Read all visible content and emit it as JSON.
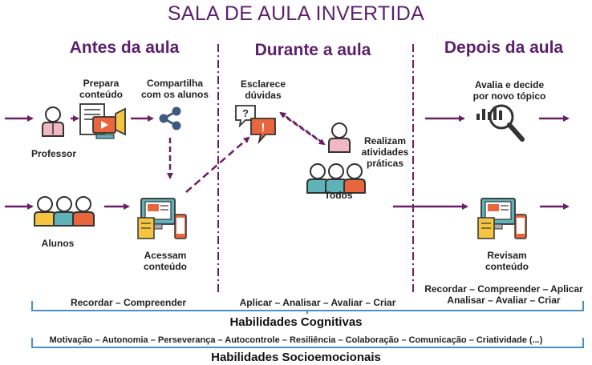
{
  "title": "SALA DE AULA INVERTIDA",
  "phases": {
    "before": "Antes da aula",
    "during": "Durante a aula",
    "after": "Depois da aula"
  },
  "labels": {
    "prepara": [
      "Prepara",
      "conteúdo"
    ],
    "compartilha": [
      "Compartilha",
      "com os alunos"
    ],
    "professor": "Professor",
    "alunos": "Alunos",
    "acessam": [
      "Acessam",
      "conteúdo"
    ],
    "esclarece": [
      "Esclarece",
      "dúvidas"
    ],
    "realizam": [
      "Realizam",
      "atividades",
      "práticas"
    ],
    "todos": "Todos",
    "avalia": [
      "Avalia e decide",
      "por novo tópico"
    ],
    "revisam": [
      "Revisam",
      "conteúdo"
    ]
  },
  "skills": {
    "before": "Recordar – Compreender",
    "during": "Aplicar – Analisar – Avaliar – Criar",
    "after": [
      "Recordar – Compreender – Aplicar",
      "Analisar – Avaliar – Criar"
    ],
    "cognitive_title": "Habilidades Cognitivas",
    "socio_list": "Motivação – Autonomia – Perseverança – Autocontrole – Resiliência – Colaboração – Comunicação – Criatividade (...)",
    "socio_title": "Habilidades Socioemocionais"
  },
  "colors": {
    "purple": "#5b1f6d",
    "arrow": "#6a1f66",
    "teal": "#5fb3b8",
    "orange": "#e8663d",
    "pink": "#f0b9c2",
    "bracket": "#4a90c4"
  },
  "icons": [
    "professor-icon",
    "prepare-content-icon",
    "share-icon",
    "students-icon",
    "device-content-icon",
    "question-bubble-icon",
    "alert-bubble-icon",
    "student-icon",
    "all-students-icon",
    "analytics-search-icon",
    "review-device-icon"
  ]
}
